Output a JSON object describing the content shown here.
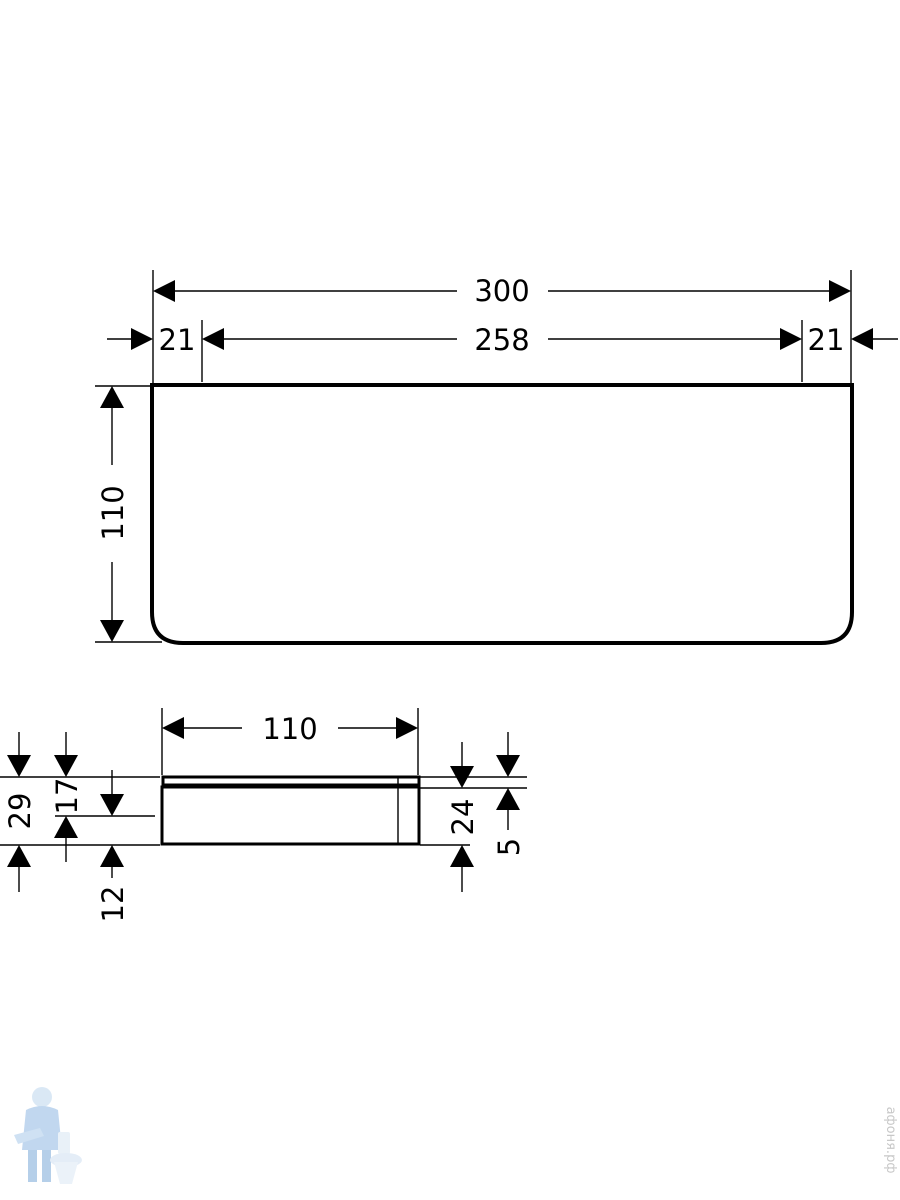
{
  "top_view": {
    "dim_overall_width": "300",
    "dim_left_offset": "21",
    "dim_inner_width": "258",
    "dim_right_offset": "21",
    "dim_depth": "110"
  },
  "side_view": {
    "dim_depth": "110",
    "dim_total_height": "29",
    "dim_upper_height": "17",
    "dim_lower_height": "12",
    "dim_front_height": "24",
    "dim_lip_height": "5"
  },
  "watermark": {
    "site_text": "афоня.рф",
    "logo": "plumber-mascot-logo"
  }
}
